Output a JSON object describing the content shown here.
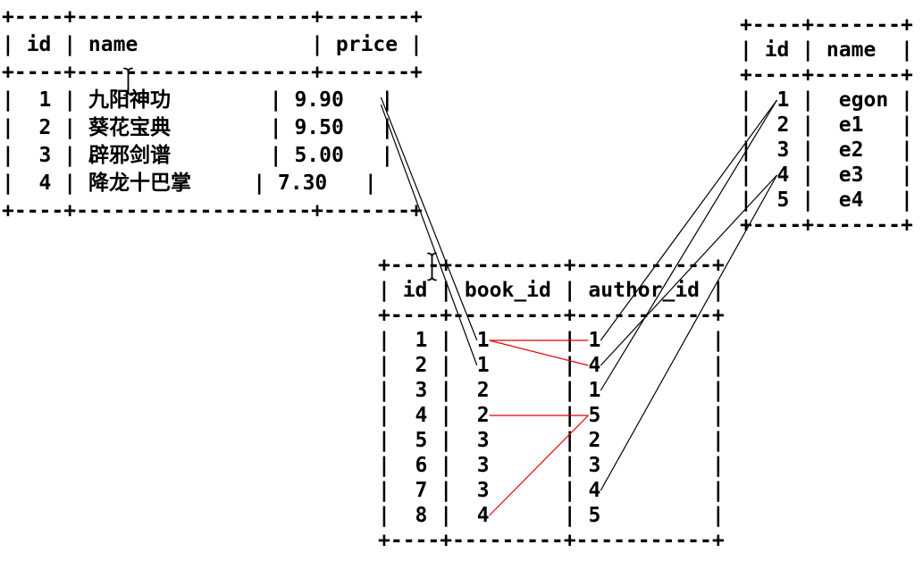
{
  "colors": {
    "background": "#ffffff",
    "text": "#000000",
    "black_line": "#000000",
    "red_line": "#e00000"
  },
  "tables": {
    "books": {
      "columns": [
        "id",
        "name",
        "price"
      ],
      "rows": [
        [
          "1",
          "九阳神功",
          "9.90"
        ],
        [
          "2",
          "葵花宝典",
          "9.50"
        ],
        [
          "3",
          "辟邪剑谱",
          "5.00"
        ],
        [
          "4",
          "降龙十巴掌",
          "7.30"
        ]
      ]
    },
    "book2author": {
      "columns": [
        "id",
        "book_id",
        "author_id"
      ],
      "rows": [
        [
          "1",
          "1",
          "1"
        ],
        [
          "2",
          "1",
          "4"
        ],
        [
          "3",
          "2",
          "1"
        ],
        [
          "4",
          "2",
          "5"
        ],
        [
          "5",
          "3",
          "2"
        ],
        [
          "6",
          "3",
          "3"
        ],
        [
          "7",
          "3",
          "4"
        ],
        [
          "8",
          "4",
          "5"
        ]
      ]
    },
    "authors": {
      "columns": [
        "id",
        "name"
      ],
      "rows": [
        [
          "1",
          "egon"
        ],
        [
          "2",
          "e1"
        ],
        [
          "3",
          "e2"
        ],
        [
          "4",
          "e3"
        ],
        [
          "5",
          "e4"
        ]
      ]
    }
  },
  "connections": [
    {
      "from": "books:0:end",
      "to": "book2author:0:1",
      "color": "black",
      "from_side": "left",
      "from_dy": -3
    },
    {
      "from": "books:0:end",
      "to": "book2author:1:1",
      "color": "black",
      "from_side": "left",
      "from_dy": 5
    },
    {
      "from": "book2author:0:2",
      "to": "authors:0:0",
      "color": "black"
    },
    {
      "from": "book2author:2:2",
      "to": "authors:0:0",
      "color": "black"
    },
    {
      "from": "book2author:1:2",
      "to": "authors:3:0",
      "color": "black"
    },
    {
      "from": "book2author:6:2",
      "to": "authors:3:0",
      "color": "black"
    },
    {
      "from": "book2author:0:1",
      "to": "book2author:0:2",
      "color": "red"
    },
    {
      "from": "book2author:0:1",
      "to": "book2author:1:2",
      "color": "red"
    },
    {
      "from": "book2author:3:1",
      "to": "book2author:3:2",
      "color": "red"
    },
    {
      "from": "book2author:7:1",
      "to": "book2author:3:2",
      "color": "red"
    }
  ]
}
